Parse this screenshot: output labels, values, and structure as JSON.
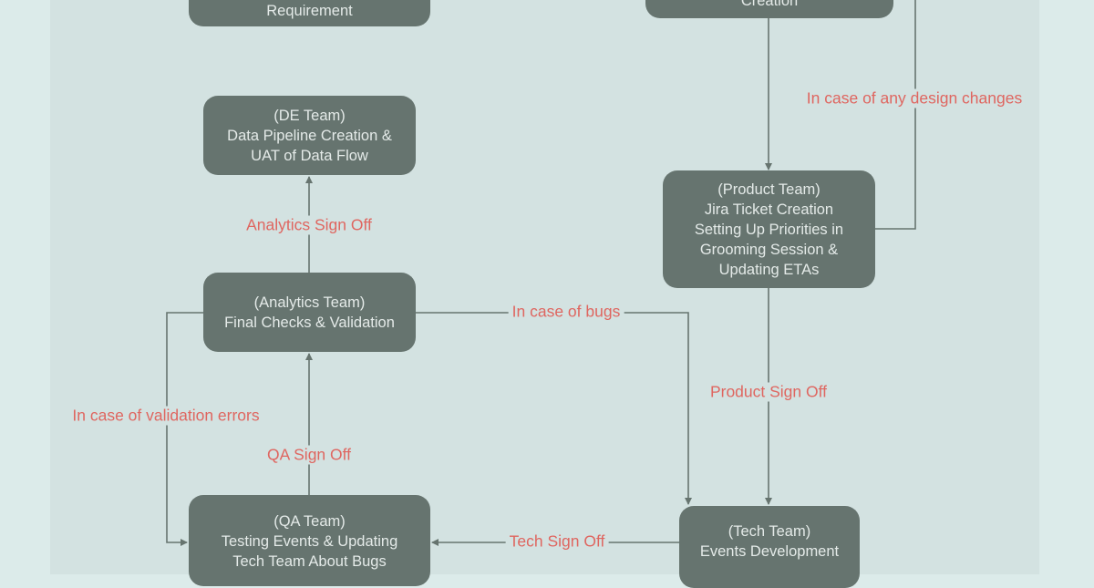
{
  "colors": {
    "node_fill": "#66746f",
    "node_text": "#e4eae8",
    "label_text": "#df6660",
    "connector": "#66746f",
    "background": "#d3e2e1"
  },
  "nodes": {
    "requirement": {
      "lines": [
        "Requirement"
      ]
    },
    "creation": {
      "lines": [
        "Creation"
      ]
    },
    "de": {
      "lines": [
        "(DE Team)",
        "Data Pipeline Creation &",
        "UAT of Data Flow"
      ]
    },
    "product": {
      "lines": [
        "(Product Team)",
        "Jira Ticket Creation",
        "Setting Up Priorities  in",
        "Grooming Session &",
        "Updating ETAs"
      ]
    },
    "analytics": {
      "lines": [
        "(Analytics Team)",
        "Final Checks & Validation"
      ]
    },
    "qa": {
      "lines": [
        "(QA Team)",
        "Testing Events & Updating",
        "Tech Team About Bugs"
      ]
    },
    "tech": {
      "lines": [
        "(Tech Team)",
        "Events Development"
      ]
    }
  },
  "edge_labels": {
    "design_changes": "In case of any design changes",
    "analytics_signoff": "Analytics Sign Off",
    "bugs": "In case of bugs",
    "product_signoff": "Product Sign Off",
    "validation_errors": "In case of validation errors",
    "qa_signoff": "QA Sign Off",
    "tech_signoff": "Tech Sign Off"
  }
}
